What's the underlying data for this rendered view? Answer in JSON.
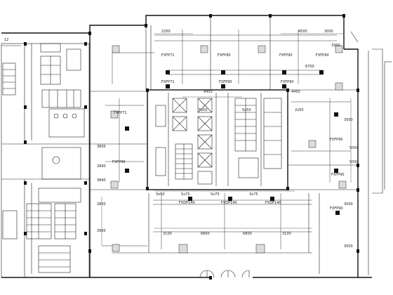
{
  "drawing": {
    "title_mark": "12",
    "fan_coil_labels": [
      "FXFP71",
      "FXFP90",
      "FXFP90",
      "FXFP90",
      "FXFP71",
      "FXFP90",
      "FXFP71",
      "FXFP90",
      "FXFP90",
      "FXFP90",
      "FXFP90",
      "FXDP140",
      "FXDP140",
      "FXDP140",
      "FXFP90"
    ],
    "dimension_labels": [
      "2350",
      "4500",
      "3000",
      "3300",
      "6700",
      "4450",
      "4450",
      "5x50",
      "5x50",
      "2x50",
      "3800",
      "3840",
      "2840",
      "2800",
      "3900",
      "3500",
      "5000",
      "5000",
      "3100",
      "6800",
      "6800",
      "3100",
      "5x75",
      "5x75",
      "3x75",
      "3x50",
      "3000",
      "3000"
    ]
  }
}
